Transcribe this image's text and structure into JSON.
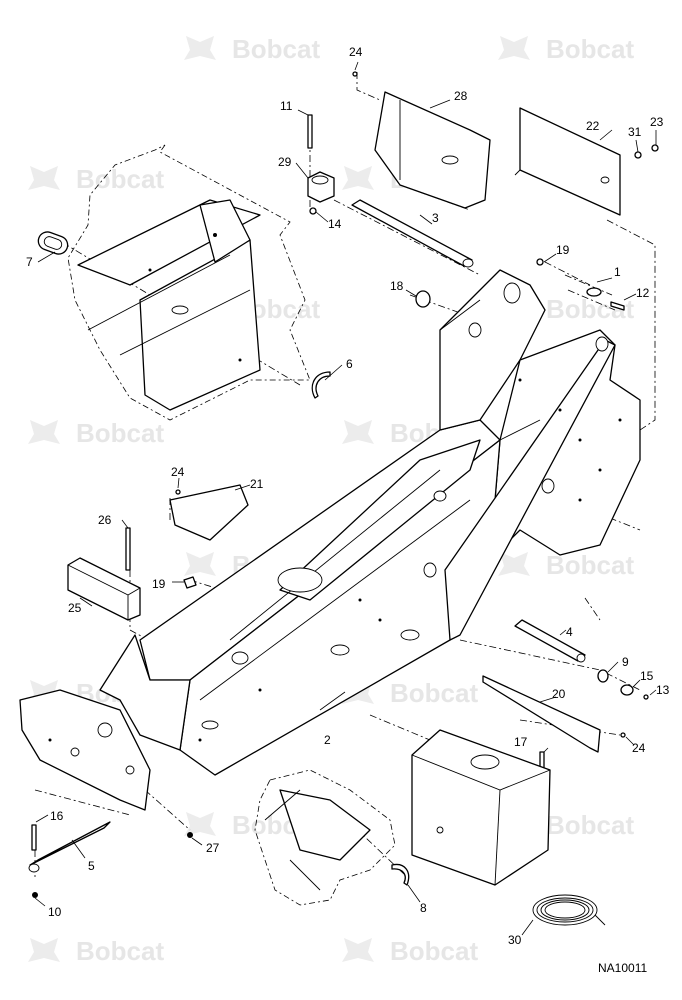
{
  "watermark": {
    "text": "Bobcat"
  },
  "figure_id": "NA10011",
  "callouts": [
    {
      "id": "c1",
      "label": "1"
    },
    {
      "id": "c2",
      "label": "2"
    },
    {
      "id": "c3",
      "label": "3"
    },
    {
      "id": "c4",
      "label": "4"
    },
    {
      "id": "c5",
      "label": "5"
    },
    {
      "id": "c6",
      "label": "6"
    },
    {
      "id": "c7",
      "label": "7"
    },
    {
      "id": "c8",
      "label": "8"
    },
    {
      "id": "c9",
      "label": "9"
    },
    {
      "id": "c10",
      "label": "10"
    },
    {
      "id": "c11",
      "label": "11"
    },
    {
      "id": "c12",
      "label": "12"
    },
    {
      "id": "c13",
      "label": "13"
    },
    {
      "id": "c14",
      "label": "14"
    },
    {
      "id": "c15",
      "label": "15"
    },
    {
      "id": "c16",
      "label": "16"
    },
    {
      "id": "c17",
      "label": "17"
    },
    {
      "id": "c18",
      "label": "18"
    },
    {
      "id": "c19a",
      "label": "19"
    },
    {
      "id": "c19b",
      "label": "19"
    },
    {
      "id": "c20",
      "label": "20"
    },
    {
      "id": "c21",
      "label": "21"
    },
    {
      "id": "c22",
      "label": "22"
    },
    {
      "id": "c23",
      "label": "23"
    },
    {
      "id": "c24a",
      "label": "24"
    },
    {
      "id": "c24b",
      "label": "24"
    },
    {
      "id": "c24c",
      "label": "24"
    },
    {
      "id": "c25",
      "label": "25"
    },
    {
      "id": "c26",
      "label": "26"
    },
    {
      "id": "c27",
      "label": "27"
    },
    {
      "id": "c28",
      "label": "28"
    },
    {
      "id": "c29",
      "label": "29"
    },
    {
      "id": "c30",
      "label": "30"
    },
    {
      "id": "c31",
      "label": "31"
    }
  ]
}
